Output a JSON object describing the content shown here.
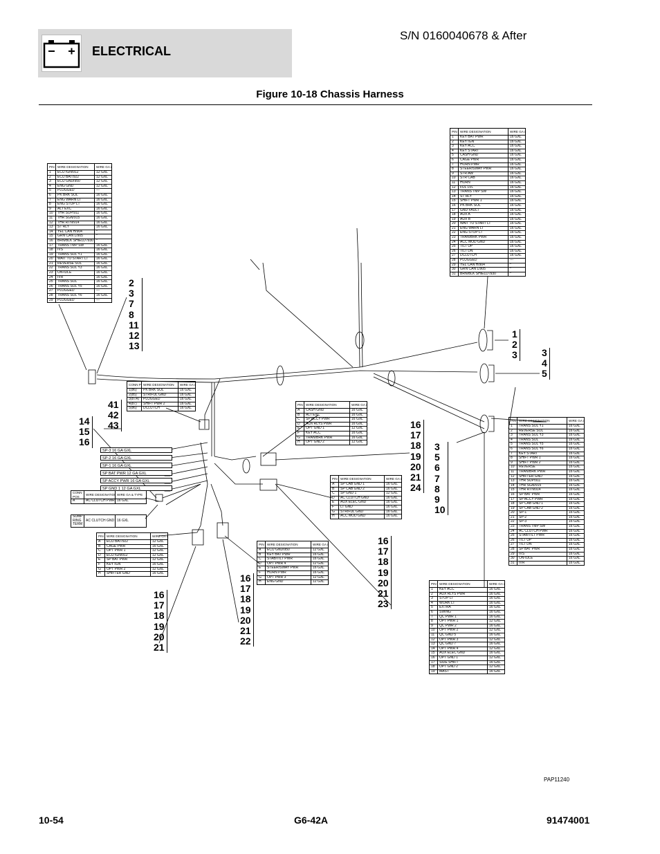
{
  "header": {
    "title": "ELECTRICAL",
    "serial": "S/N 0160040678 & After",
    "figure_title": "Figure 10-18 Chassis Harness"
  },
  "footer": {
    "page": "10-54",
    "model": "G6-42A",
    "doc": "91474001",
    "drawing_id": "PAP11240"
  },
  "table_headers": {
    "pin": "PIN",
    "wire": "WIRE DESIGNATION",
    "gauge": "WIRE GA & TYPE",
    "conn_pin": "CONN PIN"
  },
  "t_left": [
    [
      "1",
      "ECU IGN/912",
      "12 GXL"
    ],
    [
      "2",
      "ECU BAT/922",
      "12 GXL"
    ],
    [
      "3",
      "ECU GND/950",
      "12 GXL"
    ],
    [
      "4",
      "ENG GND",
      "12 GXL"
    ],
    [
      "5",
      "PLUGGED",
      "---"
    ],
    [
      "6",
      "PK BRK SOL",
      "16 GXL"
    ],
    [
      "7",
      "ENG WARN LT",
      "16 GXL"
    ],
    [
      "8",
      "ENG STOP LT",
      "16 GXL"
    ],
    [
      "9",
      "ALT EXC",
      "16 GXL"
    ],
    [
      "10",
      "THR SUP/911",
      "16 GXL"
    ],
    [
      "11",
      "THR SGN/915",
      "16 GXL"
    ],
    [
      "12",
      "THR RTN/914",
      "16 GXL"
    ],
    [
      "13",
      "ST RLY",
      "16 GXL"
    ],
    [
      "14",
      "YEL CAN H/904",
      "*"
    ],
    [
      "15",
      "GRN CAN L/905",
      "*"
    ],
    [
      "16",
      "BRN/BLK SHIELD /930",
      "*"
    ],
    [
      "17",
      "TRANS TMP SW",
      "16 GXL"
    ],
    [
      "18",
      "IVS",
      "16 GXL"
    ],
    [
      "19",
      "TRANS SOL Y1",
      "16 GXL"
    ],
    [
      "20",
      "WAIT TO START LT",
      "16 GXL"
    ],
    [
      "21",
      "REVERSE SOL",
      "16 GXL"
    ],
    [
      "22",
      "TRANS SOL Y3",
      "16 GXL"
    ],
    [
      "23",
      "ON-IDLE",
      "16 GXL"
    ],
    [
      "24",
      "IVR",
      "16 GXL"
    ],
    [
      "25",
      "TRANS SOL",
      "16 GXL"
    ],
    [
      "26",
      "TRANS SOL Y5",
      "16 GXL"
    ],
    [
      "27",
      "PLUGGED",
      "---"
    ],
    [
      "28",
      "TRANS SOL Y6",
      "16 GXL"
    ],
    [
      "29",
      "PLUGGED",
      "---"
    ]
  ],
  "t_top_right": [
    [
      "1",
      "KEY BAT PWR",
      "16 GXL"
    ],
    [
      "2",
      "KEY IGN",
      "16 GXL"
    ],
    [
      "3",
      "KEY ACC",
      "16 GXL"
    ],
    [
      "4",
      "KEY START",
      "16 GXL"
    ],
    [
      "5",
      "CASH GND",
      "16 GXL"
    ],
    [
      "6",
      "CAGE PWR",
      "16 GXL"
    ],
    [
      "7",
      "HORN PWR",
      "16 GXL"
    ],
    [
      "8",
      "STEER/SWAY PWR",
      "16 GXL"
    ],
    [
      "9",
      "STR AW",
      "16 GXL"
    ],
    [
      "10",
      "STR CAB",
      "16 GXL"
    ],
    [
      "11",
      "HORN",
      "16 GXL"
    ],
    [
      "12",
      "FUL LVL",
      "16 GXL"
    ],
    [
      "13",
      "TRANS TMP SW",
      "16 GXL"
    ],
    [
      "14",
      "ST RLY",
      "16 GXL"
    ],
    [
      "15",
      "SHIFT PWR 1",
      "16 GXL"
    ],
    [
      "16",
      "PK BRK SOL",
      "16 GXL"
    ],
    [
      "17",
      "GND FAULT",
      "16 GXL"
    ],
    [
      "18",
      "AUX A",
      "16 GXL"
    ],
    [
      "19",
      "AUX B",
      "16 GXL"
    ],
    [
      "20",
      "WAIT TO START LT",
      "16 GXL"
    ],
    [
      "21",
      "ENG WARN LT",
      "16 GXL"
    ],
    [
      "22",
      "ENG STOP LT",
      "16 GXL"
    ],
    [
      "23",
      "TRAN/BRK PWR",
      "16 GXL"
    ],
    [
      "24",
      "ACC MOD GND",
      "16 GXL"
    ],
    [
      "25",
      "TILT UP",
      "16 GXL"
    ],
    [
      "26",
      "TILT DN",
      "16 GXL"
    ],
    [
      "27",
      "DCLUTCH",
      "16 GXL"
    ],
    [
      "28",
      "PLUGGED",
      "---"
    ],
    [
      "29",
      "YEL CAN H/904",
      "*"
    ],
    [
      "30",
      "GRN CAN L/905",
      "*"
    ],
    [
      "31",
      "BRN/BLK SHIELD /930",
      "*"
    ]
  ],
  "t_connpos": [
    [
      "1(86)",
      "PK BRK SOL",
      "16 GXL"
    ],
    [
      "2(85)",
      "STR/FUL GND",
      "16 GXL"
    ],
    [
      "3(87A)",
      "PLUGGED",
      "16 GXL"
    ],
    [
      "4(87)",
      "SHIFT PWR 2",
      "16 GXL"
    ],
    [
      "5(86)",
      "DCLUTCH",
      "16 GXL"
    ]
  ],
  "t_center": [
    [
      "A",
      "CASH GND",
      "16 GXL"
    ],
    [
      "B",
      "ALT EXC",
      "16 GXL"
    ],
    [
      "C",
      "SP ACCY PWR",
      "16 GXL"
    ],
    [
      "D",
      "AUX RLYS PWR",
      "16 GXL"
    ],
    [
      "E",
      "OPT GND 1",
      "12 GXL"
    ],
    [
      "F",
      "KEY ACC",
      "16 GXL"
    ],
    [
      "G",
      "TRAN/BRK PWR",
      "16 GXL"
    ],
    [
      "H",
      "OPT GND 2",
      "12 GXL"
    ]
  ],
  "t_mid": [
    [
      "A",
      "SP CAB GND 1",
      "16 GXL"
    ],
    [
      "B",
      "SP CAB GND 2",
      "16 GXL"
    ],
    [
      "C",
      "SP GND 1",
      "12 GXL"
    ],
    [
      "D",
      "AC CLUTCH GND",
      "16 GXL"
    ],
    [
      "E",
      "AUX ELEC GND",
      "16 GXL"
    ],
    [
      "F",
      "LT GND",
      "16 GXL"
    ],
    [
      "G",
      "STR/FUL GND",
      "16 GXL"
    ],
    [
      "H",
      "ACC MOD GND",
      "16 GXL"
    ]
  ],
  "t_right_mid": [
    [
      "1",
      "TRANS SOL Y1",
      "16 GXL"
    ],
    [
      "2",
      "REVERSE SOL",
      "16 GXL"
    ],
    [
      "3",
      "TRANS SOL Y3",
      "16 GXL"
    ],
    [
      "4",
      "TRANS SOL",
      "16 GXL"
    ],
    [
      "5",
      "TRANS SOL Y5",
      "16 GXL"
    ],
    [
      "6",
      "TRANS SOL Y6",
      "16 GXL"
    ],
    [
      "7",
      "KEY START",
      "16 GXL"
    ],
    [
      "8",
      "SHIFT PWR 1",
      "16 GXL"
    ],
    [
      "9",
      "SHIFT PWR 2",
      "16 GXL"
    ],
    [
      "10",
      "REVERSE",
      "16 GXL"
    ],
    [
      "11",
      "TRAN/BRK PWR",
      "16 GXL"
    ],
    [
      "12",
      "SHIFTER GND",
      "16 GXL"
    ],
    [
      "13",
      "THR SUP/911",
      "16 GXL"
    ],
    [
      "14",
      "THR SGN/915",
      "16 GXL"
    ],
    [
      "15",
      "THR RTN/914",
      "16 GXL"
    ],
    [
      "16",
      "SP BAT PWR",
      "16 GXL"
    ],
    [
      "17",
      "SP ACCY PWR",
      "16 GXL"
    ],
    [
      "18",
      "SP CAB GND 1",
      "16 GXL"
    ],
    [
      "19",
      "SP CAB GND 2",
      "16 GXL"
    ],
    [
      "20",
      "SP-1",
      "16 GXL"
    ],
    [
      "21",
      "SP-2",
      "16 GXL"
    ],
    [
      "22",
      "SP-3",
      "16 GXL"
    ],
    [
      "23",
      "TRANS TMP SW",
      "16 GXL"
    ],
    [
      "24",
      "AC CLUTCH PWR",
      "16 GXL"
    ],
    [
      "25",
      "STAB/TILT PWR",
      "16 GXL"
    ],
    [
      "26",
      "TILT UP",
      "16 GXL"
    ],
    [
      "27",
      "TILT DN",
      "16 GXL"
    ],
    [
      "28",
      "SP BAT PWR",
      "16 GXL"
    ],
    [
      "29",
      "IVS",
      "16 GXL"
    ],
    [
      "30",
      "ON-IDLE",
      "16 GXL"
    ],
    [
      "31",
      "IVR",
      "16 GXL"
    ]
  ],
  "t_bottom_left": [
    [
      "A",
      "ECU BAT/922",
      "12 GXL"
    ],
    [
      "B",
      "CAGE PWR",
      "16 GXL"
    ],
    [
      "C",
      "OPT PWR 1",
      "12 GXL"
    ],
    [
      "D",
      "ECU IGN/912",
      "12 GXL"
    ],
    [
      "E",
      "SP BAT PWR",
      "12 GXL"
    ],
    [
      "F",
      "KEY IGN",
      "16 GXL"
    ],
    [
      "G",
      "OPT PWR 2",
      "12 GXL"
    ],
    [
      "H",
      "SHIFTER GND",
      "16 GXL"
    ]
  ],
  "t_bottom_center": [
    [
      "A",
      "ECU GND/950",
      "12 GXL"
    ],
    [
      "B",
      "KEY BAT PWR",
      "16 GXL"
    ],
    [
      "C",
      "STAB/TILT PWR",
      "16 GXL"
    ],
    [
      "D",
      "OPT PWR 4",
      "12 GXL"
    ],
    [
      "E",
      "STEER/SWAY PWR",
      "16 GXL"
    ],
    [
      "F",
      "HORN PWR",
      "16 GXL"
    ],
    [
      "G",
      "OPT PWR 3",
      "12 GXL"
    ],
    [
      "H",
      "ENG GND",
      "12 GXL"
    ]
  ],
  "t_bottom_right": [
    [
      "1",
      "KEY ACC",
      "16 GXL"
    ],
    [
      "2",
      "AUX RLYS PWR",
      "16 GXL"
    ],
    [
      "3",
      "STOP LT",
      "16 GXL"
    ],
    [
      "4",
      "WORK LT",
      "16 GXL"
    ],
    [
      "5",
      "EXTRA",
      "16 GXL"
    ],
    [
      "6",
      "SWING",
      "16 GXL"
    ],
    [
      "7",
      "QC PWR 1",
      "16 GXL"
    ],
    [
      "8",
      "OPT PWR 1",
      "12 GXL"
    ],
    [
      "9",
      "QC PWR 2",
      "16 GXL"
    ],
    [
      "10",
      "OPT PWR 2",
      "12 GXL"
    ],
    [
      "11",
      "QC GND 5",
      "16 GXL"
    ],
    [
      "12",
      "OPT PWR 3",
      "12 GXL"
    ],
    [
      "13",
      "QC GND 7",
      "16 GXL"
    ],
    [
      "14",
      "OPT PWR 4",
      "12 GXL"
    ],
    [
      "15",
      "AUX ELEC GND",
      "16 GXL"
    ],
    [
      "16",
      "OPT GND 1",
      "12 GXL"
    ],
    [
      "17",
      "SIDE SHIFT",
      "16 GXL"
    ],
    [
      "18",
      "OPT GND 2",
      "12 GXL"
    ],
    [
      "19",
      "MAST",
      "16 GXL"
    ]
  ],
  "conn_pos_table": {
    "label": "CONN POS",
    "wire": "WIRE DESIGNATION",
    "gauge": "WIRE GA & TYPE",
    "pos": "A",
    "name": "AC CLUTCH PWR",
    "value": "16 GXL"
  },
  "ring_term": {
    "label": "SUMP RING TERM",
    "name": "AC CLUTCH GND",
    "value": "16 GXL"
  },
  "sp_labels": [
    "SP-3    16 GA GXL",
    "SP-2    16 GA GXL",
    "SP-1    16 GA GXL",
    "SP BAT PWR  12 GA GXL",
    "SP ACCY PWR  16 GA GXL",
    "SP GND 1   12 GA GXL"
  ],
  "callouts": {
    "c1": "2\n3\n7\n8\n11\n12\n13",
    "c2": "1\n2\n3",
    "c3": "3\n4\n5",
    "c4": "41\n42\n43",
    "c5": "14\n15\n16",
    "c6": "16\n17\n18\n19\n20\n21\n24",
    "c7": "3\n5\n6\n7\n8\n9\n10",
    "c8": "16\n17\n18\n19\n20\n21\n23",
    "c9": "16\n17\n18\n19\n20\n21\n22",
    "c10": "16\n17\n18\n19\n20\n21"
  }
}
